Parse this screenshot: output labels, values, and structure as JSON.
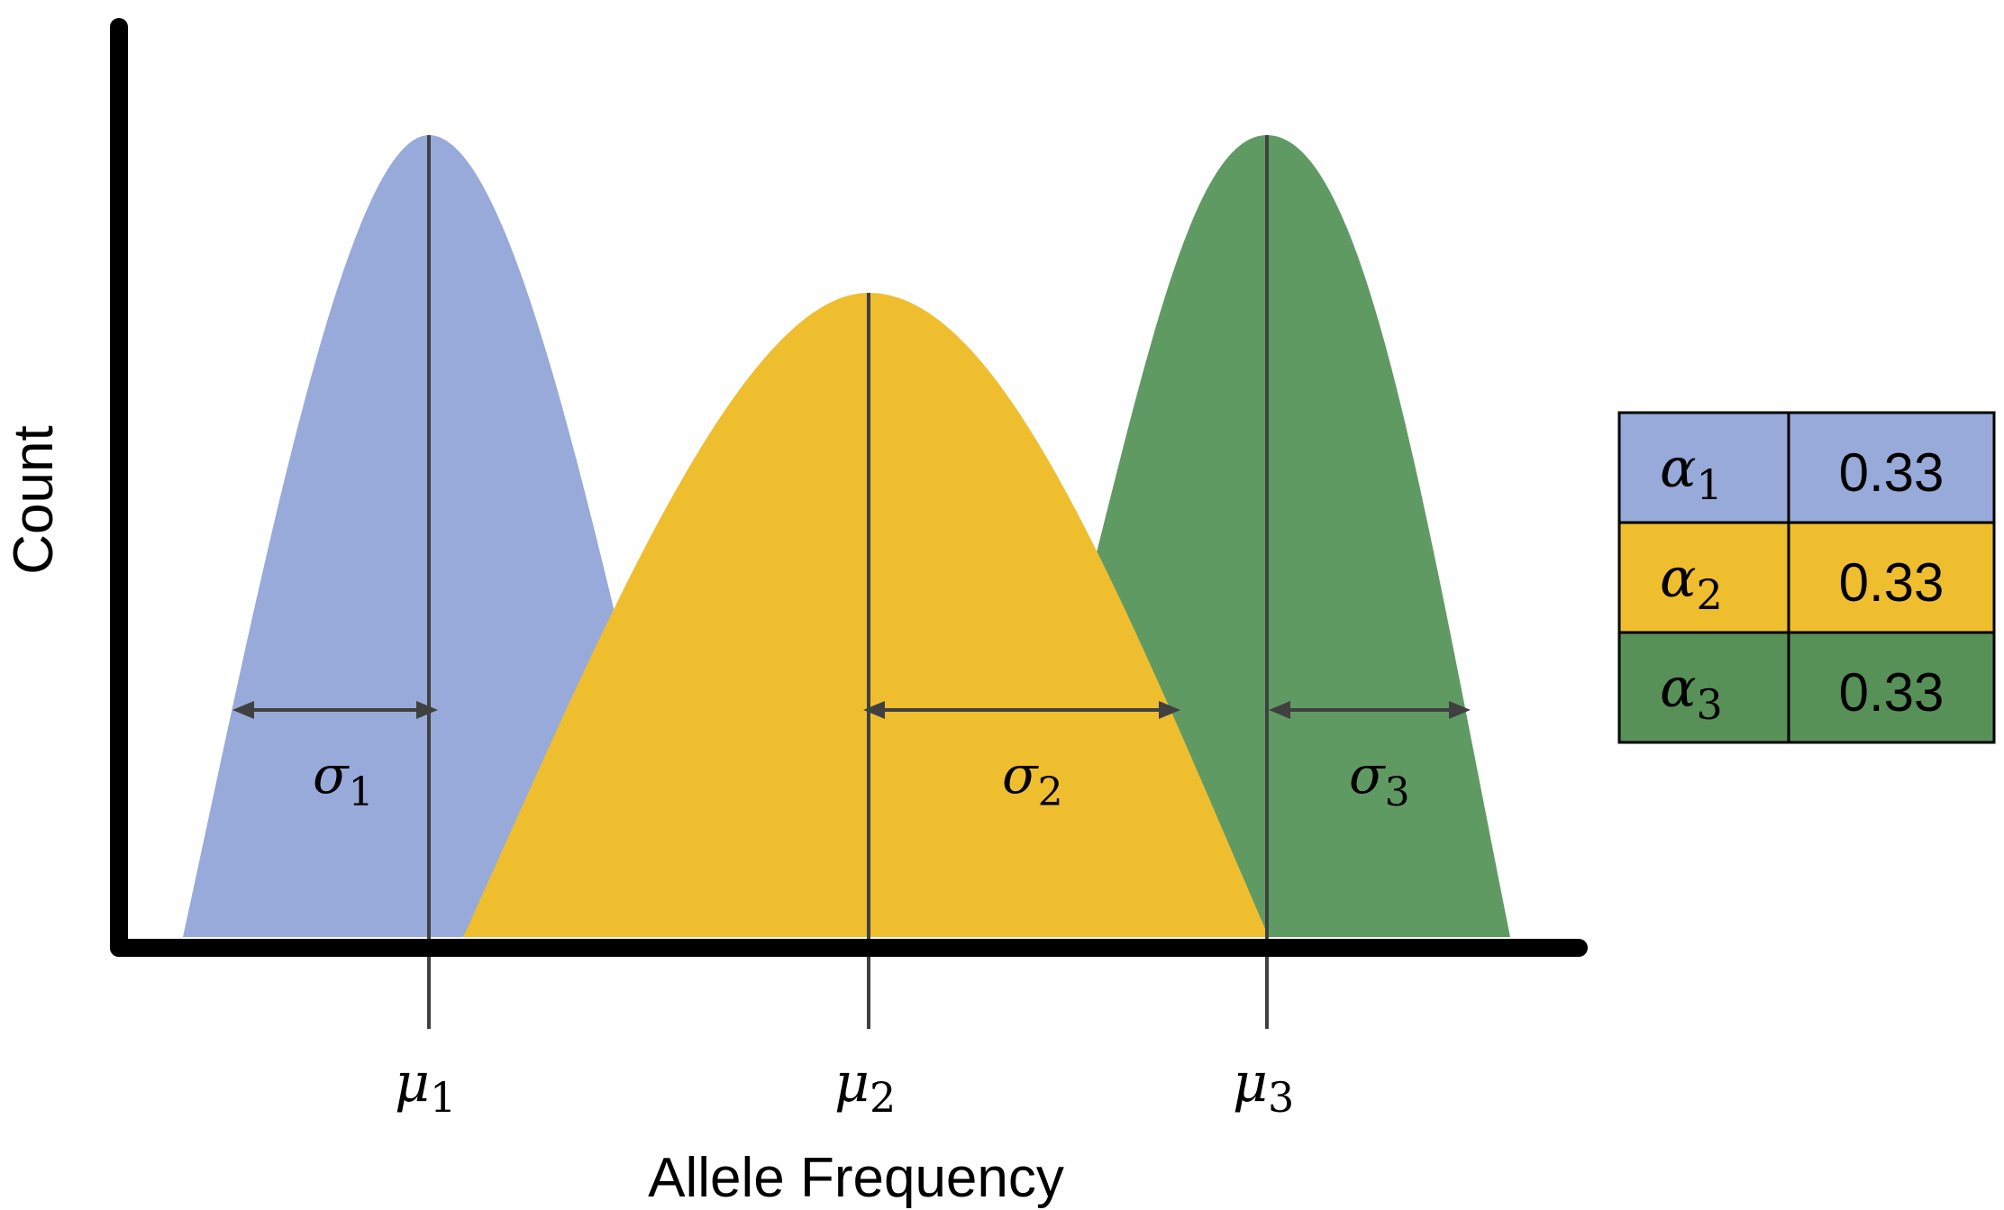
{
  "axes": {
    "x_label": "Allele Frequency",
    "y_label": "Count"
  },
  "colors": {
    "component_1": "#97aad9",
    "component_2": "#efbe2f",
    "component_3": "#609a63",
    "table_cell_3": "#579157",
    "axis": "#000000",
    "guide": "#404040"
  },
  "components": [
    {
      "mean_symbol": "μ",
      "mean_sub": "1",
      "sd_symbol": "σ",
      "sd_sub": "1"
    },
    {
      "mean_symbol": "μ",
      "mean_sub": "2",
      "sd_symbol": "σ",
      "sd_sub": "2"
    },
    {
      "mean_symbol": "μ",
      "mean_sub": "3",
      "sd_symbol": "σ",
      "sd_sub": "3"
    }
  ],
  "weights_table": {
    "rows": [
      {
        "symbol": "α",
        "sub": "1",
        "value": "0.33"
      },
      {
        "symbol": "α",
        "sub": "2",
        "value": "0.33"
      },
      {
        "symbol": "α",
        "sub": "3",
        "value": "0.33"
      }
    ]
  }
}
